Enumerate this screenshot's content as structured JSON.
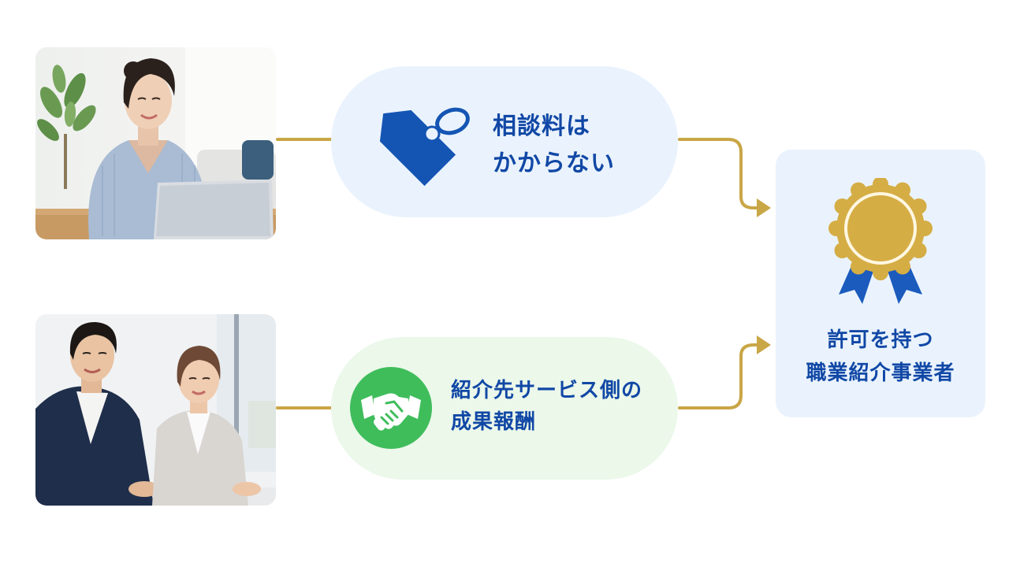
{
  "nodes": {
    "fee": {
      "line1": "相談料は",
      "line2": "かからない",
      "icon": "price-tag-icon"
    },
    "reward": {
      "line1": "紹介先サービス側の",
      "line2": "成果報酬",
      "icon": "handshake-icon"
    },
    "license": {
      "line1": "許可を持つ",
      "line2": "職業紹介事業者",
      "icon": "award-rosette-icon"
    }
  },
  "colors": {
    "connector": "#c9a646",
    "text_blue": "#1148a6",
    "fee_bg": "#eaf3fd",
    "reward_bg": "#ebf8ea",
    "license_bg": "#eaf3fd",
    "handshake_green": "#3fbd5b",
    "rosette_gold": "#d5ad45",
    "ribbon_blue": "#1a5bbd"
  }
}
